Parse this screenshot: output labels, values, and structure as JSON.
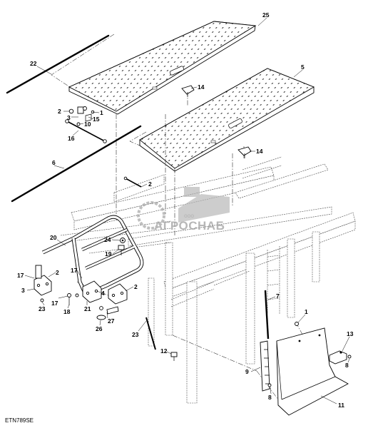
{
  "figure": {
    "reference_code": "ETN789SE",
    "watermark": {
      "brand": "АГРОСНАБ",
      "prefix": "ООО"
    }
  },
  "callouts": [
    {
      "id": "c-25",
      "label": "25"
    },
    {
      "id": "c-22",
      "label": "22"
    },
    {
      "id": "c-5",
      "label": "5"
    },
    {
      "id": "c-14a",
      "label": "14"
    },
    {
      "id": "c-2a",
      "label": "2"
    },
    {
      "id": "c-3a",
      "label": "3"
    },
    {
      "id": "c-1a",
      "label": "1"
    },
    {
      "id": "c-15",
      "label": "15"
    },
    {
      "id": "c-10",
      "label": "10"
    },
    {
      "id": "c-16",
      "label": "16"
    },
    {
      "id": "c-14b",
      "label": "14"
    },
    {
      "id": "c-6",
      "label": "6"
    },
    {
      "id": "c-2b",
      "label": "2"
    },
    {
      "id": "c-20",
      "label": "20"
    },
    {
      "id": "c-24",
      "label": "24"
    },
    {
      "id": "c-19",
      "label": "19"
    },
    {
      "id": "c-17a",
      "label": "17"
    },
    {
      "id": "c-2c",
      "label": "2"
    },
    {
      "id": "c-3b",
      "label": "3"
    },
    {
      "id": "c-23a",
      "label": "23"
    },
    {
      "id": "c-17b",
      "label": "17"
    },
    {
      "id": "c-17c",
      "label": "17"
    },
    {
      "id": "c-18",
      "label": "18"
    },
    {
      "id": "c-4",
      "label": "4"
    },
    {
      "id": "c-2d",
      "label": "2"
    },
    {
      "id": "c-21",
      "label": "21"
    },
    {
      "id": "c-27",
      "label": "27"
    },
    {
      "id": "c-26",
      "label": "26"
    },
    {
      "id": "c-23b",
      "label": "23"
    },
    {
      "id": "c-7",
      "label": "7"
    },
    {
      "id": "c-1b",
      "label": "1"
    },
    {
      "id": "c-13",
      "label": "13"
    },
    {
      "id": "c-12",
      "label": "12"
    },
    {
      "id": "c-8a",
      "label": "8"
    },
    {
      "id": "c-9",
      "label": "9"
    },
    {
      "id": "c-8b",
      "label": "8"
    },
    {
      "id": "c-11",
      "label": "11"
    }
  ]
}
